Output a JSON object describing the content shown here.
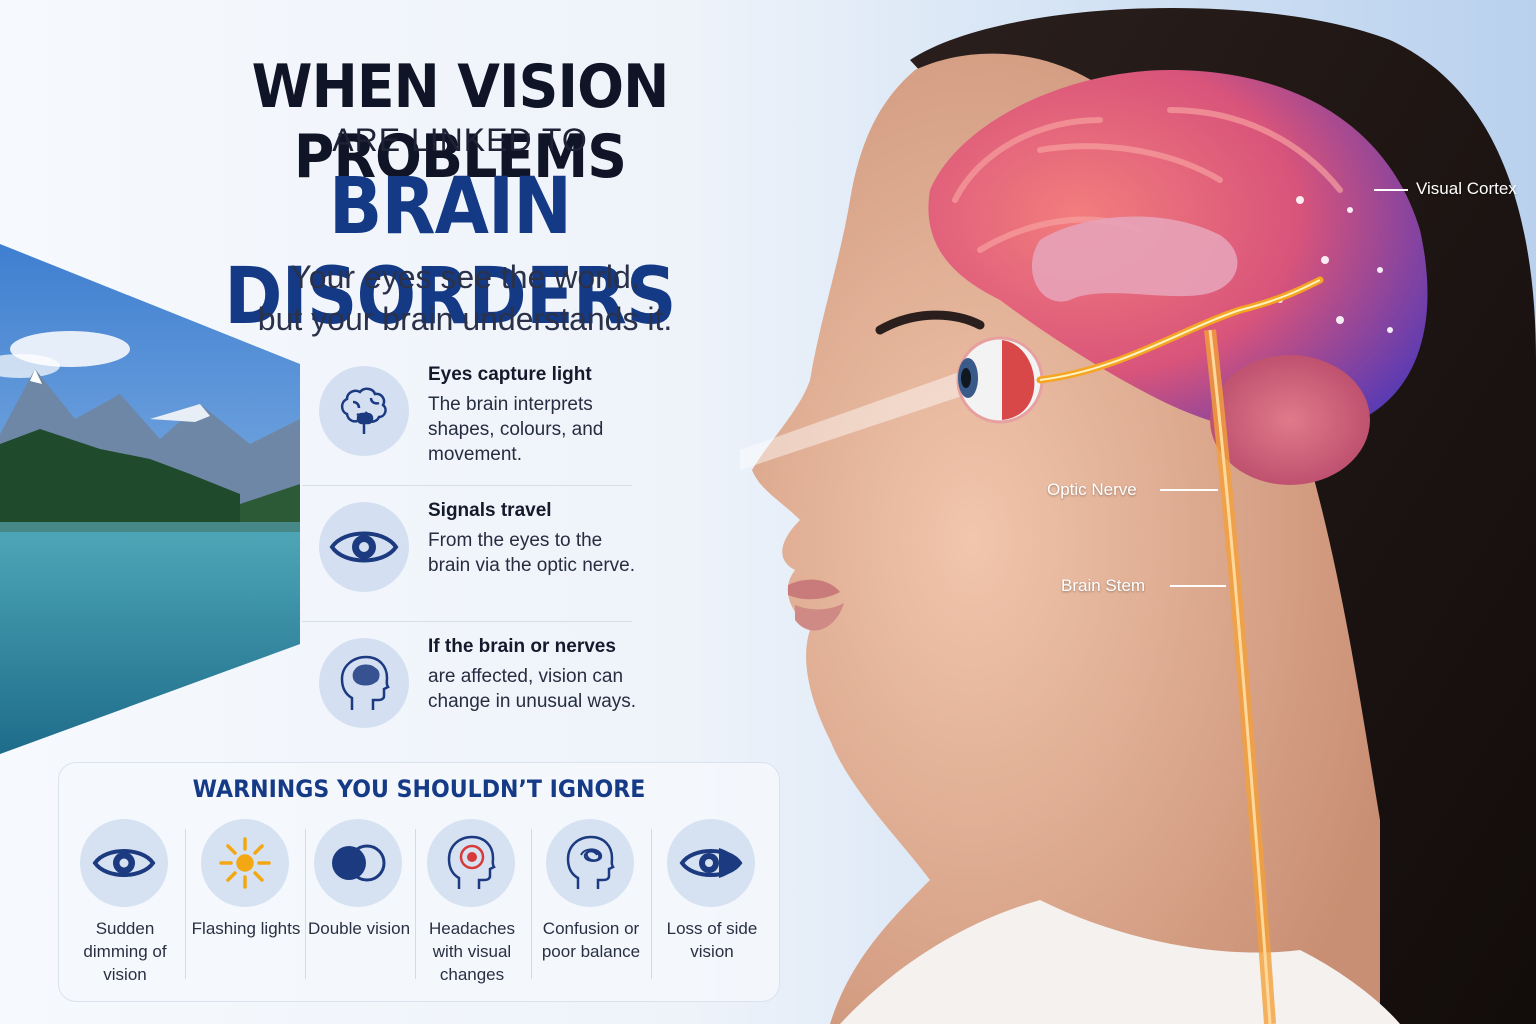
{
  "header": {
    "line1": "WHEN VISION PROBLEMS",
    "line2": "ARE LINKED TO",
    "line3": "BRAIN DISORDERS"
  },
  "subtitle": {
    "line1": "Your eyes see the world,",
    "line2": "but your brain understands it."
  },
  "steps": [
    {
      "icon": "brain-icon",
      "title": "Eyes capture light",
      "text": "The brain interprets shapes, colours, and movement."
    },
    {
      "icon": "eye-icon",
      "title": "Signals travel",
      "text": "From the eyes to the brain via the optic nerve."
    },
    {
      "icon": "head-brain-icon",
      "title": "If the brain or nerves",
      "text": "are affected, vision can change in unusual ways."
    }
  ],
  "warnings": {
    "title": "WARNINGS YOU SHOULDN’T IGNORE",
    "items": [
      {
        "icon": "eye-icon",
        "label": "Sudden dimming of vision"
      },
      {
        "icon": "sun-flash-icon",
        "label": "Flashing lights"
      },
      {
        "icon": "double-circle-icon",
        "label": "Double vision"
      },
      {
        "icon": "head-target-icon",
        "label": "Headaches with visual changes"
      },
      {
        "icon": "head-scribble-icon",
        "label": "Confusion or poor balance"
      },
      {
        "icon": "half-eye-icon",
        "label": "Loss of side vision"
      }
    ]
  },
  "callouts": {
    "visual_cortex": "Visual Cortex",
    "optic_nerve": "Optic Nerve",
    "brain_stem": "Brain Stem"
  },
  "colors": {
    "accent_blue": "#143a86",
    "brain_pink": "#e8606a",
    "cortex_purple": "#5b3ab0",
    "nerve_orange": "#f5a524"
  }
}
